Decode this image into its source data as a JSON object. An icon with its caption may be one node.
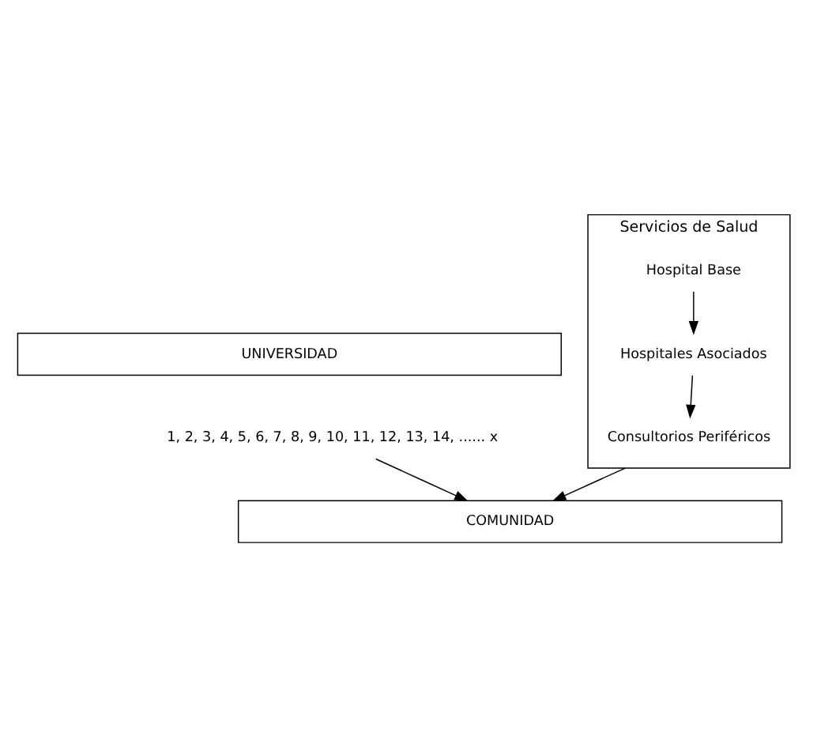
{
  "diagram": {
    "nodes": [
      {
        "text": [
          "UNIVERSIDAD"
        ]
      },
      {
        "text": [
          "1, 2, 3, 4, 5, 6, 7, 8, 9, 10, 11, 12, 13, 14, ...... x"
        ]
      },
      {
        "text": [
          "Servicios de Salud"
        ]
      },
      {
        "text": [
          "Hospital Base"
        ],
        "in": 2
      },
      {
        "text": [
          "Hospitales Asociados"
        ],
        "in": 2
      },
      {
        "text": [
          "Consultorios Periféricos"
        ],
        "in": 2
      },
      {
        "text": [
          "COMUNIDAD"
        ]
      }
    ],
    "edges": [
      {
        "from": 1,
        "to": 6,
        "arrow": "to"
      },
      {
        "from": 2,
        "to": 6,
        "arrow": "to"
      },
      {
        "from": 3,
        "to": 4,
        "arrow": "to"
      },
      {
        "from": 4,
        "to": 5,
        "arrow": "to"
      }
    ]
  }
}
